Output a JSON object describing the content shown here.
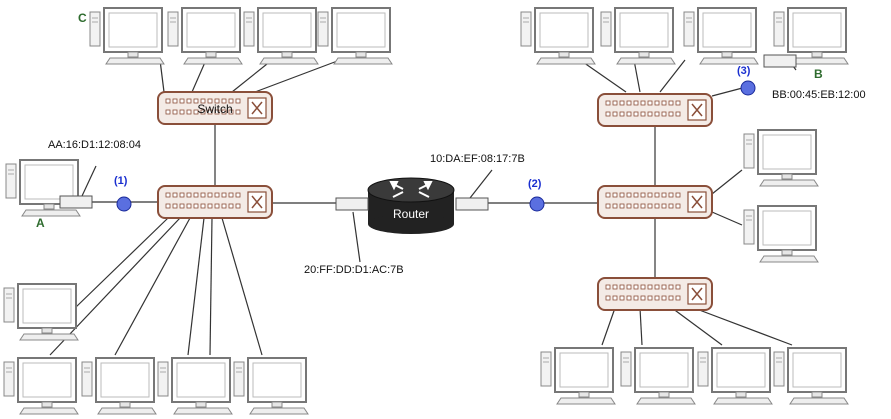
{
  "labels": {
    "host_a": "A",
    "host_b": "B",
    "host_c": "C",
    "switch": "Switch",
    "router": "Router",
    "mac_a": "AA:16:D1:12:08:04",
    "mac_b": "BB:00:45:EB:12:00",
    "mac_router_left": "20:FF:DD:D1:AC:7B",
    "mac_router_right": "10:DA:EF:08:17:7B",
    "point_1": "(1)",
    "point_2": "(2)",
    "point_3": "(3)"
  },
  "colors": {
    "device_border": "#8a4f3a",
    "device_fill": "#f4ebe6",
    "monitor_border": "#777777",
    "monitor_fill": "#ffffff",
    "cable": "#333333",
    "point_fill": "#5a6fe0",
    "point_label": "#1a2fd0",
    "host_label": "#2e6b2e",
    "router_body": "#222222"
  }
}
